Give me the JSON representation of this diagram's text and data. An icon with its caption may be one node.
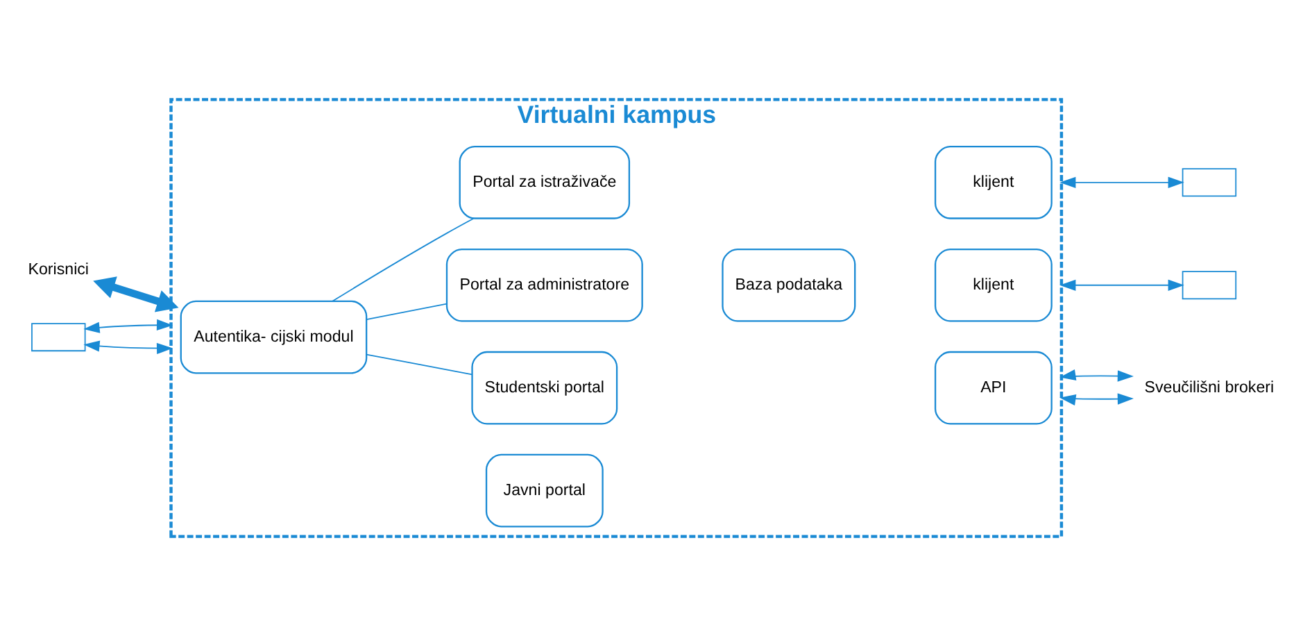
{
  "diagram": {
    "nodes": [
      {
        "text": [
          "Virtualni kampus"
        ]
      },
      {
        "text": [
          "Javni portal"
        ],
        "in": 0
      },
      {
        "text": [
          "Studentski portal"
        ],
        "in": 0
      },
      {
        "text": [
          "Autentika- cijski modul"
        ],
        "in": 0
      },
      {
        "text": [
          "Portal za administratore"
        ],
        "in": 0
      },
      {
        "text": [
          "Portal za istraživače"
        ],
        "in": 0
      },
      {
        "text": [
          "Baza podataka"
        ],
        "in": 0
      },
      {
        "text": [
          "API"
        ],
        "in": 0
      },
      {
        "text": [
          "klijent"
        ],
        "in": 0
      },
      {
        "text": [
          "klijent"
        ],
        "in": 0
      },
      {
        "text": [
          "Korisnici"
        ]
      },
      {
        "text": [],
        "shape": "box"
      },
      {
        "text": [
          "Sveučilišni brokeri"
        ]
      },
      {
        "text": [],
        "shape": "box"
      },
      {
        "text": [],
        "shape": "box"
      }
    ],
    "edges": [
      {
        "from": 10,
        "to": 0,
        "arrow": "both",
        "style": "thick"
      },
      {
        "from": 11,
        "to": 0,
        "arrow": "both"
      },
      {
        "from": 11,
        "to": 0,
        "arrow": "both"
      },
      {
        "from": 0,
        "to": 12,
        "arrow": "both"
      },
      {
        "from": 0,
        "to": 12,
        "arrow": "both"
      },
      {
        "from": 0,
        "to": 13,
        "arrow": "both"
      },
      {
        "from": 0,
        "to": 14,
        "arrow": "both"
      },
      {
        "from": 3,
        "to": 2,
        "arrow": "none"
      },
      {
        "from": 3,
        "to": 4,
        "arrow": "none"
      },
      {
        "from": 3,
        "to": 5,
        "arrow": "none"
      }
    ]
  }
}
